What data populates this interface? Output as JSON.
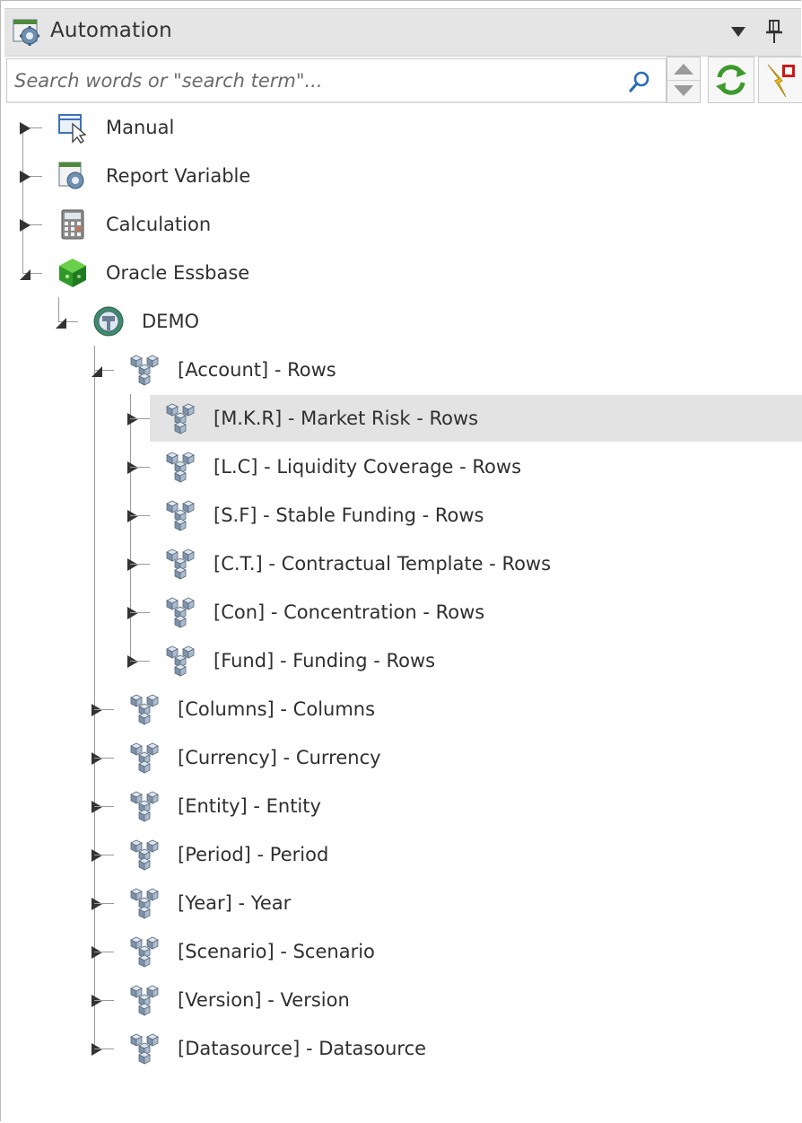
{
  "panel": {
    "title": "Automation",
    "title_icon": "automation-gear-icon",
    "dropdown_icon": "chevron-down-icon",
    "pin_icon": "pin-icon"
  },
  "search": {
    "placeholder": "Search words or \"search term\"...",
    "value": "",
    "icons": [
      "search-icon",
      "spin-up-icon",
      "spin-down-icon",
      "refresh-icon",
      "clear-filter-icon"
    ]
  },
  "tree": {
    "root_items": [
      {
        "label": "Manual",
        "icon": "manual-cursor-icon",
        "expanded": false
      },
      {
        "label": "Report Variable",
        "icon": "report-variable-icon",
        "expanded": false
      },
      {
        "label": "Calculation",
        "icon": "calculator-icon",
        "expanded": false
      },
      {
        "label": "Oracle Essbase",
        "icon": "essbase-cube-icon",
        "expanded": true
      }
    ],
    "demo": {
      "label": "DEMO",
      "icon": "database-connection-icon",
      "expanded": true
    },
    "account": {
      "label": "[Account] - Rows",
      "icon": "dimension-cubes-icon",
      "expanded": true
    },
    "account_children": [
      {
        "label": "[M.K.R] - Market Risk - Rows",
        "selected": true
      },
      {
        "label": "[L.C] - Liquidity Coverage - Rows",
        "selected": false
      },
      {
        "label": "[S.F] - Stable Funding - Rows",
        "selected": false
      },
      {
        "label": "[C.T.] - Contractual Template - Rows",
        "selected": false
      },
      {
        "label": "[Con] - Concentration - Rows",
        "selected": false
      },
      {
        "label": "[Fund] - Funding - Rows",
        "selected": false
      }
    ],
    "dimensions": [
      {
        "label": "[Columns] - Columns"
      },
      {
        "label": "[Currency] - Currency"
      },
      {
        "label": "[Entity] - Entity"
      },
      {
        "label": "[Period] - Period"
      },
      {
        "label": "[Year] - Year"
      },
      {
        "label": "[Scenario] - Scenario"
      },
      {
        "label": "[Version] - Version"
      },
      {
        "label": "[Datasource] - Datasource"
      }
    ]
  },
  "colors": {
    "titlebar": "#e5e5e5",
    "selection": "#e3e3e3",
    "tree_lines": "#9a9a9a",
    "text": "#2f2f2f"
  }
}
